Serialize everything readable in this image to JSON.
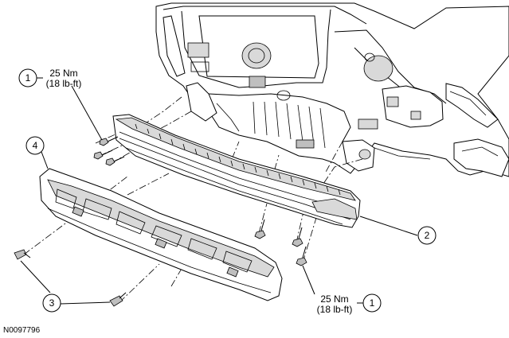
{
  "figure_id": "N0097796",
  "callouts": {
    "c1_top": "1",
    "c1_bottom": "1",
    "c2": "2",
    "c3": "3",
    "c4": "4"
  },
  "torque_top": {
    "nm": "25 Nm",
    "lbft": "(18 lb-ft)"
  },
  "torque_bottom": {
    "nm": "25 Nm",
    "lbft": "(18 lb-ft)"
  }
}
